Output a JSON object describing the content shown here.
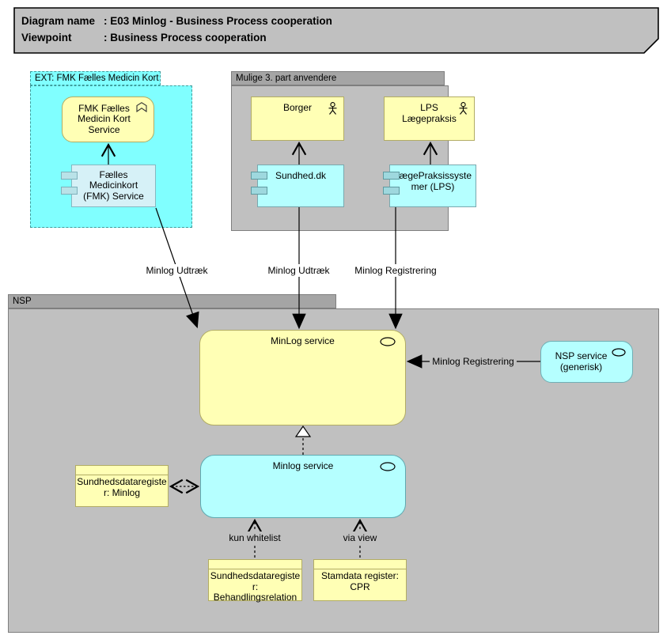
{
  "title_note": {
    "rows": [
      {
        "label": "Diagram name",
        "value": ": E03 Minlog - Business Process cooperation"
      },
      {
        "label": "Viewpoint",
        "value": ": Business Process cooperation"
      }
    ]
  },
  "groups": {
    "ext": {
      "label": "EXT: FMK Fælles Medicin Kort"
    },
    "mulige": {
      "label": "Mulige 3. part anvendere"
    },
    "nsp": {
      "label": "NSP"
    }
  },
  "nodes": {
    "fmk_service": {
      "label": "FMK Fælles\nMedicin Kort\nService",
      "icon": "function-icon"
    },
    "fmk_component": {
      "label": "Fælles\nMedicinkort\n(FMK) Service",
      "icon": "component-icon"
    },
    "borger": {
      "label": "Borger",
      "icon": "actor-icon"
    },
    "lps_actor": {
      "label": "LPS\nLægepraksis",
      "icon": "actor-icon"
    },
    "sundhed_dk": {
      "label": "Sundhed.dk",
      "icon": "component-icon"
    },
    "lps_component": {
      "label": "LægePraksissyste\nmer (LPS)",
      "icon": "component-icon"
    },
    "minlog_service_nsp": {
      "label": "MinLog service",
      "icon": "service-icon"
    },
    "nsp_service_generisk": {
      "label": "NSP service\n(generisk)",
      "icon": "service-icon"
    },
    "minlog_service_component": {
      "label": "Minlog service",
      "icon": "service-icon"
    },
    "sdr_minlog": {
      "label": "Sundhedsdataregiste\nr: Minlog"
    },
    "sdr_behandlingsrelation": {
      "label": "Sundhedsdataregiste\nr:\nBehandlingsrelation"
    },
    "stamdata_cpr": {
      "label": "Stamdata register:\nCPR"
    }
  },
  "edge_labels": {
    "fmk_udtraek": "Minlog Udtræk",
    "sundhed_udtraek": "Minlog Udtræk",
    "lps_registrering": "Minlog Registrering",
    "nsp_registrering": "Minlog Registrering",
    "kun_whitelist": "kun whitelist",
    "via_view": "via view"
  },
  "colors": {
    "business_fill": "#FFFFB5",
    "business_border": "#B2AC64",
    "application_fill": "#B5FFFF",
    "application_border": "#79A8AE",
    "ext_group_fill": "#80FFFF",
    "light_component_fill": "#D6F1F7",
    "group_tab_fill": "#A5A5A5",
    "group_body_fill": "#C0C0C0",
    "group_border": "#7F7F7F",
    "note_fill": "#C0C0C0",
    "line_color": "#000000"
  }
}
